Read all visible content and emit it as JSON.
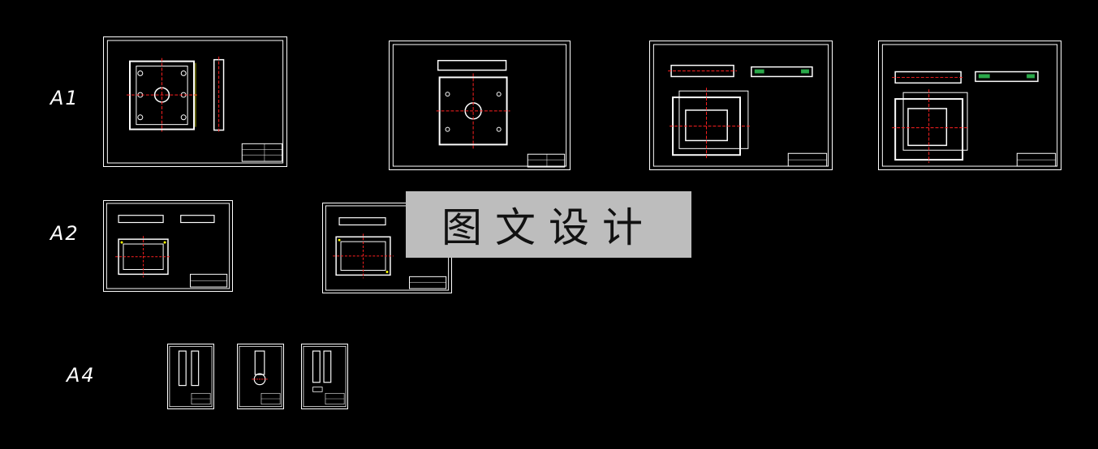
{
  "rows": {
    "a1": "A1",
    "a2": "A2",
    "a4": "A4"
  },
  "watermark": "图文设计",
  "colors": {
    "background": "#000000",
    "line": "#ffffff",
    "centerline": "#ff2020",
    "dimension": "#ffff00",
    "watermark_bg": "#bdbdbd"
  }
}
